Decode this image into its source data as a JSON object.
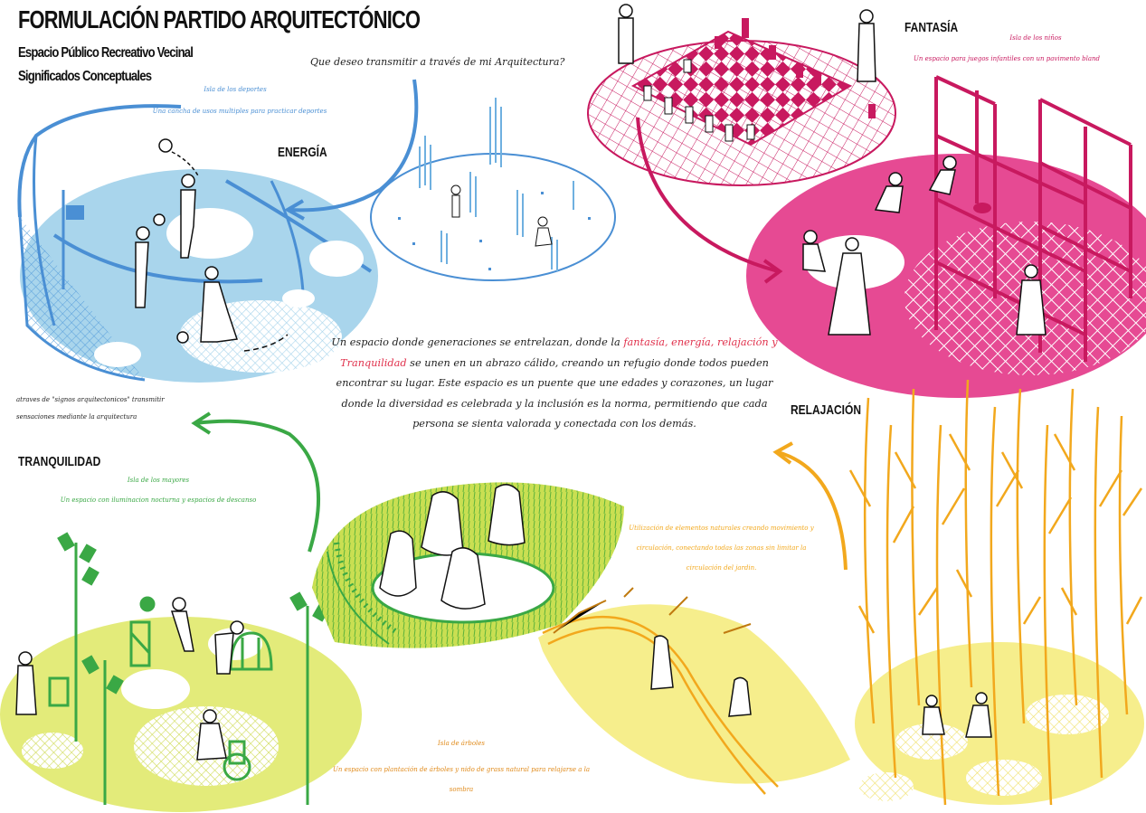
{
  "header": {
    "title": "FORMULACIÓN PARTIDO ARQUITECTÓNICO",
    "subtitle1": "Espacio Público Recreativo Vecinal",
    "subtitle2": "Significados Conceptuales"
  },
  "question": "Que deseo transmitir a través de mi Arquitectura?",
  "left_note": {
    "line1": "atraves de \"signos arquitectonicos\" transmitir",
    "line2": "sensaciones mediante la arquitectura"
  },
  "central_paragraph": {
    "l1a": "Un espacio donde generaciones se entrelazan, donde la ",
    "l1b": "fantasía, energía, relajación y",
    "l2a": "Tranquilidad",
    "l2b": " se unen en un abrazo cálido, creando un refugio donde todos pueden",
    "l3": "encontrar su lugar. Este espacio es un puente que une edades y corazones, un lugar",
    "l4": "donde la diversidad es celebrada y la inclusión es la norma, permitiendo que cada",
    "l5": "persona se sienta valorada y conectada con los demás."
  },
  "sections": {
    "energia": {
      "label": "ENERGÍA",
      "note_title": "Isla de los deportes",
      "note_body": "Una cancha de usos multiples para practicar deportes",
      "color": "#4a8fd4"
    },
    "fantasia": {
      "label": "FANTASÍA",
      "note_title": "Isla de los niños",
      "note_body": "Un espacio para juegos infantiles con un pavimento bland",
      "color": "#c8195f"
    },
    "tranquilidad": {
      "label": "TRANQUILIDAD",
      "note_title": "Isla de los mayores",
      "note_body": "Un espacio con iluminacion nocturna y espacios de descanso",
      "color": "#3aa845"
    },
    "relajacion": {
      "label": "RELAJACIÓN",
      "note_body": "Utilización de elementos naturales creando movimiento y circulación, conectando todas las zonas sin limitar la circulación del jardin.",
      "color": "#f2a81d"
    },
    "arboles": {
      "note_title": "Isla de árboles",
      "note_body": "Un espacio con plantación de árboles y nido de grass natural para relajarse a la sombra",
      "color": "#e08a1a"
    }
  },
  "colors": {
    "blue_fill": "#a9d5ec",
    "blue_line": "#4a8fd4",
    "pink_fill": "#e64a93",
    "crimson": "#c8195f",
    "lime_fill": "#e3eb7a",
    "green_line": "#3aa845",
    "yellow_fill": "#f6ee8c",
    "orange_line": "#f2a81d",
    "highlight_red": "#e0314c"
  },
  "icons": [
    "basketball-hoop-icon",
    "fountain-icon",
    "chess-board-icon",
    "swing-set-icon",
    "street-lamp-icon",
    "exercise-machine-icon",
    "tree-icon",
    "person-figure-icon"
  ]
}
